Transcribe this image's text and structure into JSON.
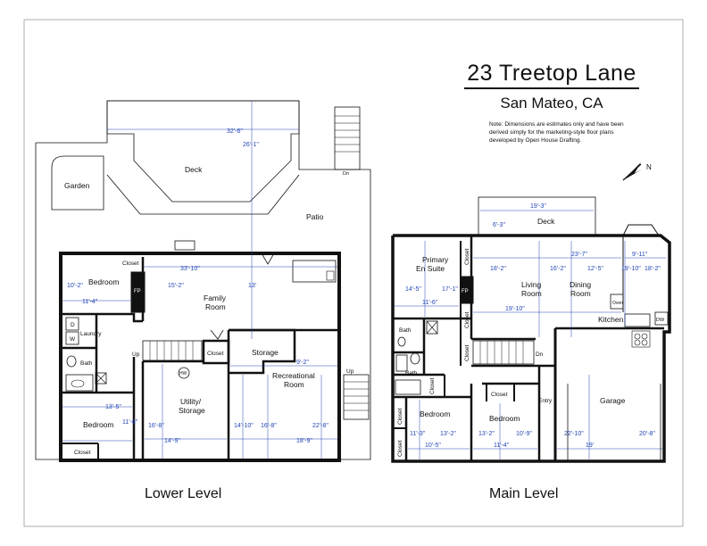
{
  "title": "23 Treetop Lane",
  "subtitle": "San Mateo, CA",
  "note": "Note: Dimensions are estimates only and have been derived simply for the marketing-style floor plans developed by Open House Drafting.",
  "compass": "N",
  "levels": {
    "lower": {
      "label": "Lower Level",
      "rooms": {
        "garden": "Garden",
        "deck": "Deck",
        "patio": "Patio",
        "bedroom_top": "Bedroom",
        "closet_top": "Closet",
        "fp": "FP",
        "family_room": [
          "Family",
          "Room"
        ],
        "laundry": "Laundry",
        "dryer": "D",
        "washer": "W",
        "bath": "Bath",
        "up": "Up",
        "closet_mid": "Closet",
        "storage": "Storage",
        "hw": "HW",
        "utility": [
          "Utility/",
          "Storage"
        ],
        "recreational": [
          "Recreational",
          "Room"
        ],
        "bedroom_bottom": "Bedroom",
        "closet_bottom": "Closet",
        "dn": "Dn",
        "up_right": "Up"
      },
      "dims": {
        "deck_w": "32'-6\"",
        "deck_d": "26'-1\"",
        "family_w": "33'-10\"",
        "family_a": "15'-2\"",
        "family_b": "13'",
        "bed_top_a": "10'-2\"",
        "bed_top_b": "11'-4\"",
        "rec_w": "9'-2\"",
        "bed_bot_a": "13'-5\"",
        "bed_bot_b": "11'-8\"",
        "util_a": "16'-8\"",
        "util_b": "14'-9\"",
        "rec_a": "14'-10\"",
        "rec_b": "16'-8\"",
        "rec_c": "18'-9\"",
        "rec_d": "22'-8\""
      }
    },
    "main": {
      "label": "Main Level",
      "rooms": {
        "deck": "Deck",
        "primary": [
          "Primary",
          "En Suite"
        ],
        "closet1": "Closet",
        "closet2": "Closet",
        "closet3": "Closet",
        "fp": "FP",
        "living": [
          "Living",
          "Room"
        ],
        "dining": [
          "Dining",
          "Room"
        ],
        "oven": "Oven",
        "dw": "DW",
        "kitchen": "Kitchen",
        "bath1": "Bath",
        "bath2": "Bath",
        "dn": "Dn",
        "closet4": "Closet",
        "closet5": "Closet",
        "closet6": "Closet",
        "closet7": "Closet",
        "bedroom1": "Bedroom",
        "bedroom2": "Bedroom",
        "entry": "Entry",
        "garage": "Garage"
      },
      "dims": {
        "deck_w": "19'-3\"",
        "deck_d": "6'-3\"",
        "living_w": "23'-7\"",
        "kitchen_w": "9'-11\"",
        "primary_a": "14'-5\"",
        "primary_b": "17'-1\"",
        "primary_c": "11'-6\"",
        "living_a": "18'-2\"",
        "living_b": "16'-2\"",
        "dining_a": "12'-5\"",
        "kitchen_a": "19'-10\"",
        "kitchen_b": "18'-2\"",
        "living_c": "19'-10\"",
        "bed1_a": "11'-3\"",
        "bed1_b": "13'-2\"",
        "bed1_c": "10'-5\"",
        "bed2_a": "13'-2\"",
        "bed2_b": "10'-9\"",
        "bed2_c": "11'-4\"",
        "garage_a": "22'-10\"",
        "garage_b": "20'-8\"",
        "garage_c": "19'"
      }
    }
  }
}
